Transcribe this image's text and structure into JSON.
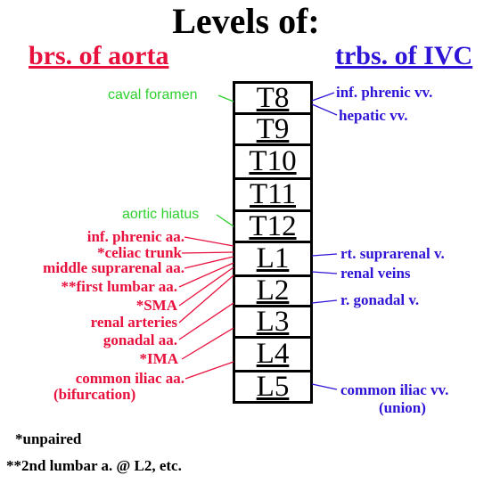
{
  "title": "Levels of:",
  "header_left": "brs. of aorta",
  "header_right": "trbs. of IVC",
  "vertebrae": [
    "T8",
    "T9",
    "T10",
    "T11",
    "T12",
    "L1",
    "L2",
    "L3",
    "L4",
    "L5"
  ],
  "green_labels": {
    "caval": "caval foramen",
    "aortic": "aortic hiatus"
  },
  "aorta_branches": {
    "inf_phrenic": "inf. phrenic aa.",
    "celiac": "*celiac trunk",
    "mid_suprarenal": "middle suprarenal aa.",
    "first_lumbar": "**first lumbar aa.",
    "sma": "*SMA",
    "renal": "renal arteries",
    "gonadal": "gonadal aa.",
    "ima": "*IMA",
    "common_iliac": "common iliac aa.",
    "bifurcation": "(bifurcation)"
  },
  "ivc_tributaries": {
    "inf_phrenic": "inf. phrenic vv.",
    "hepatic": "hepatic vv.",
    "rt_suprarenal": "rt. suprarenal v.",
    "renal": "renal veins",
    "gonadal": "r. gonadal v.",
    "common_iliac": "common iliac vv.",
    "union": "(union)"
  },
  "footnotes": {
    "unpaired": "*unpaired",
    "lumbar": "**2nd lumbar a. @ L2, etc."
  },
  "colors": {
    "aorta": "#e8103c",
    "ivc": "#2d14d6",
    "diaphragm": "#2fd02f"
  }
}
